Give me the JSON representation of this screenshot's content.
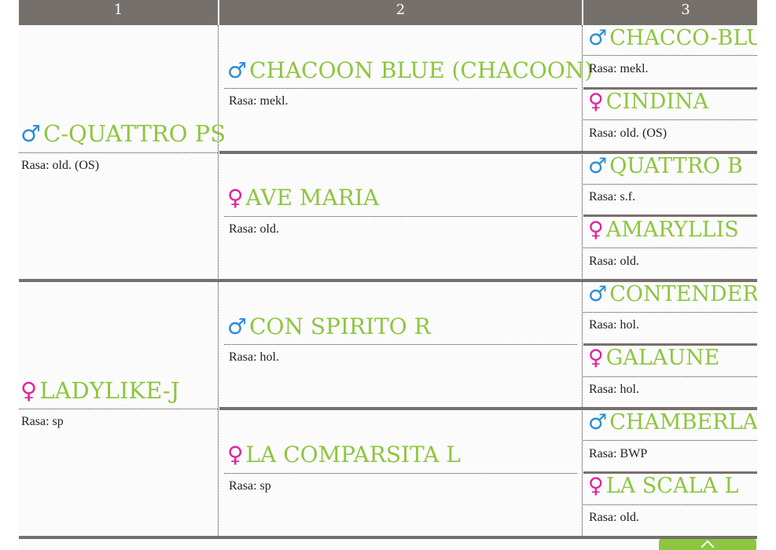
{
  "header": {
    "columns": [
      "1",
      "2",
      "3"
    ]
  },
  "generation1": [
    {
      "sex": "male",
      "symbol": "♂",
      "name": "C-QUATTRO PS",
      "rasa": "Rasa: old. (OS)"
    },
    {
      "sex": "female",
      "symbol": "♀",
      "name": "LADYLIKE-J",
      "rasa": "Rasa: sp"
    }
  ],
  "generation2": [
    {
      "sex": "male",
      "symbol": "♂",
      "name": "CHACOON BLUE (CHACOON)",
      "rasa": "Rasa: mekl."
    },
    {
      "sex": "female",
      "symbol": "♀",
      "name": "AVE MARIA",
      "rasa": "Rasa: old."
    },
    {
      "sex": "male",
      "symbol": "♂",
      "name": "CON SPIRITO R",
      "rasa": "Rasa: hol."
    },
    {
      "sex": "female",
      "symbol": "♀",
      "name": "LA COMPARSITA L",
      "rasa": "Rasa: sp"
    }
  ],
  "generation3": [
    {
      "sex": "male",
      "symbol": "♂",
      "name": "CHACCO-BLUE",
      "rasa": "Rasa: mekl."
    },
    {
      "sex": "female",
      "symbol": "♀",
      "name": "CINDINA",
      "rasa": "Rasa: old. (OS)"
    },
    {
      "sex": "male",
      "symbol": "♂",
      "name": "QUATTRO B",
      "rasa": "Rasa: s.f."
    },
    {
      "sex": "female",
      "symbol": "♀",
      "name": "AMARYLLIS",
      "rasa": "Rasa: old."
    },
    {
      "sex": "male",
      "symbol": "♂",
      "name": "CONTENDER",
      "rasa": "Rasa: hol."
    },
    {
      "sex": "female",
      "symbol": "♀",
      "name": "GALAUNE",
      "rasa": "Rasa: hol."
    },
    {
      "sex": "male",
      "symbol": "♂",
      "name": "CHAMBERLAYNE",
      "rasa": "Rasa: BWP"
    },
    {
      "sex": "female",
      "symbol": "♀",
      "name": "LA SCALA L",
      "rasa": "Rasa: old."
    }
  ],
  "colors": {
    "header_bg": "#76706c",
    "name_green": "#8dc63f",
    "male_blue": "#2b8fd6",
    "female_pink": "#e0259a"
  },
  "icons": {
    "male": "male-symbol-icon",
    "female": "female-symbol-icon",
    "scroll_top": "chevron-up-icon"
  }
}
